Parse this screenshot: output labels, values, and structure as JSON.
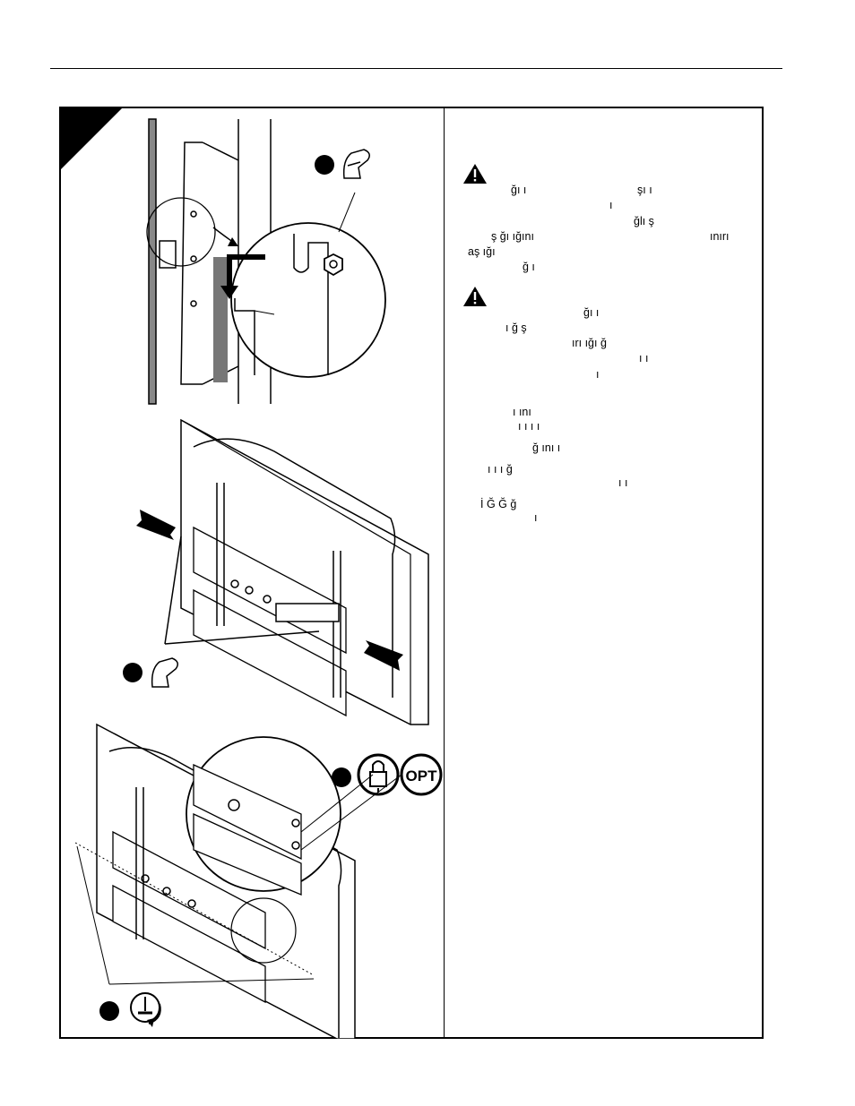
{
  "illustration": {
    "labels": {
      "opt_badge": "OPT"
    }
  },
  "instructions": {
    "warning_1_lines": [
      "ğı ı",
      "şı ı",
      "ı",
      "ğlı ş",
      "ş ğı ığını",
      "ınırı",
      "aş ığı",
      "ğ ı"
    ],
    "warning_2_lines": [
      "ğı ı",
      "ı ğ ş",
      "ırı ığı ğ",
      "ı ı",
      "ı"
    ],
    "body_lines": [
      "ı ını",
      "ı ı ı ı",
      "ğ ını ı",
      "ı ı ı ğ",
      "ı ı",
      "İ Ğ Ğ ğ",
      "ı"
    ]
  }
}
